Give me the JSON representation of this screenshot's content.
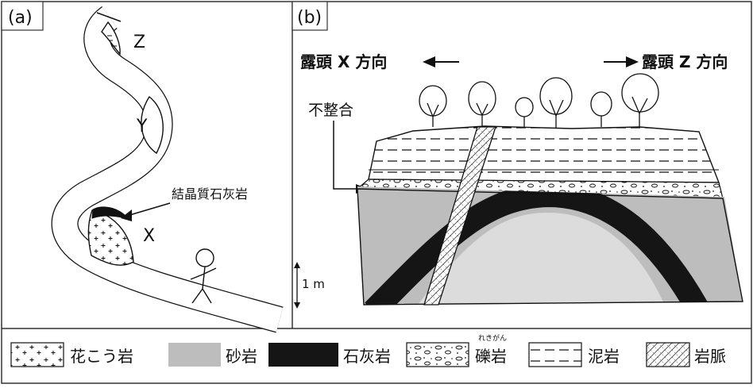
{
  "panel_a": {
    "tag": "(a)",
    "labels": {
      "z": "Z",
      "y": "Y",
      "x": "X"
    },
    "callout": "結晶質石灰岩"
  },
  "panel_b": {
    "tag": "(b)",
    "dir_left": "露頭 X 方向",
    "dir_right": "露頭 Z 方向",
    "unconformity": "不整合",
    "scale": "1 m"
  },
  "legend": [
    {
      "key": "granite",
      "label": "花こう岩"
    },
    {
      "key": "sandstone",
      "label": "砂岩"
    },
    {
      "key": "limestone",
      "label": "石灰岩"
    },
    {
      "key": "conglomerate",
      "label": "礫岩",
      "ruby": "れきがん"
    },
    {
      "key": "mudstone",
      "label": "泥岩"
    },
    {
      "key": "dike",
      "label": "岩脈"
    }
  ],
  "colors": {
    "sandstone": "#bdbdbd",
    "limestone": "#151515",
    "line": "#111111"
  }
}
